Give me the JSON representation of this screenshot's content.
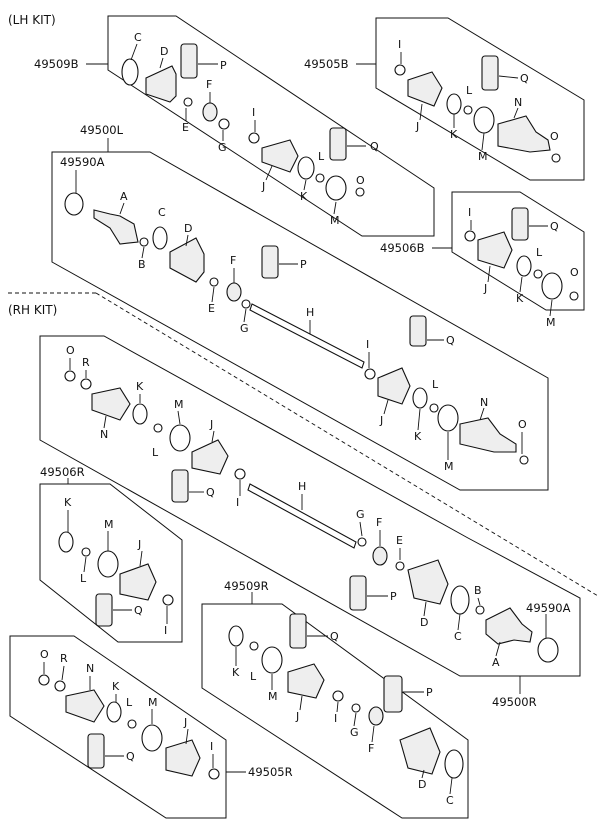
{
  "kits": {
    "lh": "(LH KIT)",
    "rh": "(RH KIT)"
  },
  "assemblies": {
    "a49509B": "49509B",
    "a49505B": "49505B",
    "a49500L": "49500L",
    "a49590A_top": "49590A",
    "a49506B": "49506B",
    "a49506R": "49506R",
    "a49509R": "49509R",
    "a49590A_bot": "49590A",
    "a49500R": "49500R",
    "a49505R": "49505R"
  },
  "letters": {
    "A": "A",
    "B": "B",
    "C": "C",
    "D": "D",
    "E": "E",
    "F": "F",
    "G": "G",
    "H": "H",
    "I": "I",
    "J": "J",
    "K": "K",
    "L": "L",
    "M": "M",
    "N": "N",
    "O": "O",
    "P": "P",
    "Q": "Q",
    "R": "R"
  }
}
